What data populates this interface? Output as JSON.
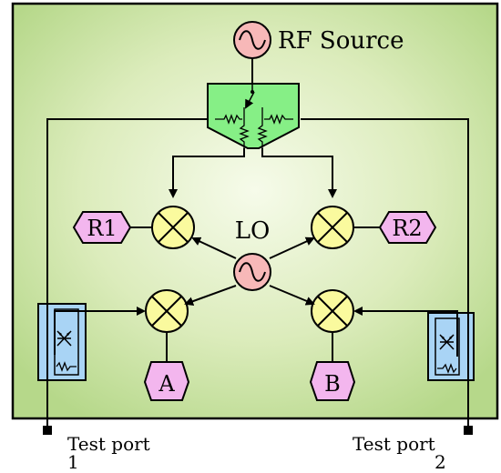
{
  "source": {
    "label": "RF Source"
  },
  "lo": {
    "label": "LO"
  },
  "receivers": {
    "r1": "R1",
    "r2": "R2",
    "a": "A",
    "b": "B"
  },
  "ports": {
    "port1_line1": "Test port",
    "port1_line2": "1",
    "port2_line1": "Test port",
    "port2_line2": "2"
  },
  "colors": {
    "panel_center": "#f4f9e6",
    "panel_edge": "#b6d88a",
    "source_fill": "#f7b8b8",
    "switch_fill": "#86ef86",
    "mixer_fill": "#fafa9e",
    "receiver_fill": "#f3b6ee",
    "coupler_fill": "#a9d4f5",
    "stroke": "#000000"
  },
  "icons": {
    "source": "sine-wave-icon",
    "lo": "sine-wave-icon",
    "mixer": "mixer-cross-icon",
    "coupler": "directional-coupler-icon",
    "resistor": "resistor-icon"
  }
}
